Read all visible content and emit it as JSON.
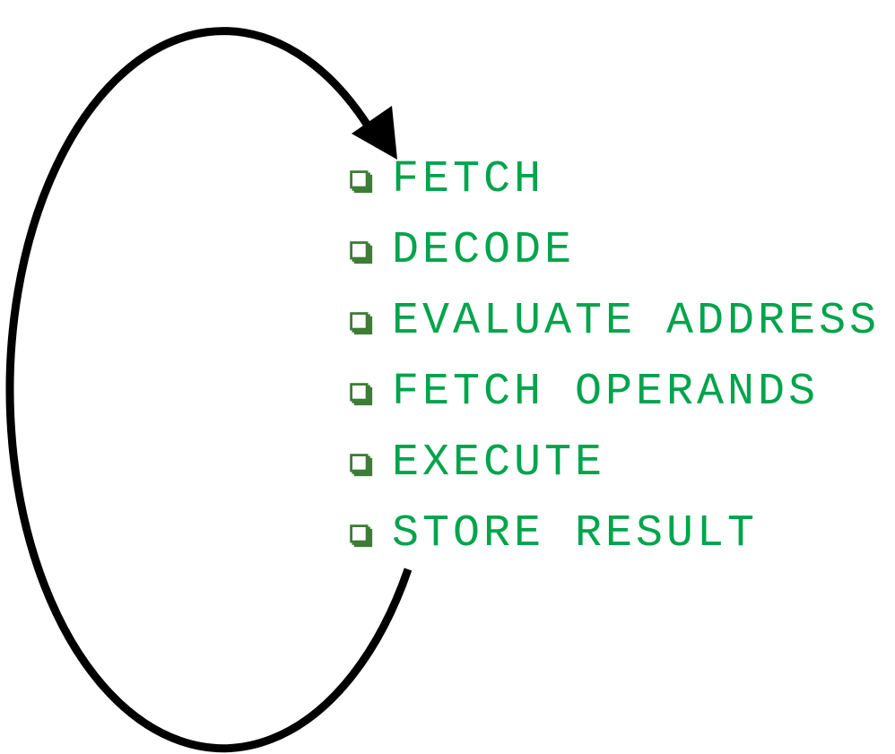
{
  "diagram": {
    "kind": "instruction-cycle",
    "steps": [
      "FETCH",
      "DECODE",
      "EVALUATE ADDRESS",
      "FETCH OPERANDS",
      "EXECUTE",
      "STORE RESULT"
    ],
    "icons": {
      "arrow": "clockwise-cycle-arrow-icon",
      "bullet": "shadowed-square-bullet-icon"
    },
    "colors": {
      "step_text": "#00A44C",
      "bullet": "#3D7D35",
      "arrow": "#000000",
      "background": "#FFFFFF"
    }
  }
}
